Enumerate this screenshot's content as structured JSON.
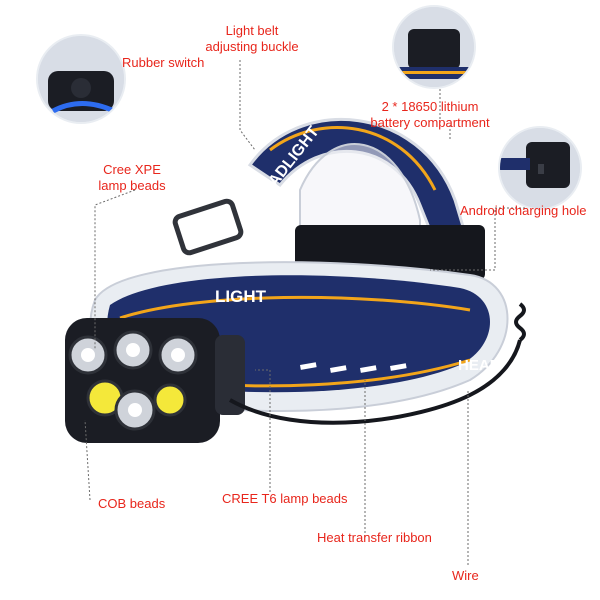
{
  "labels": {
    "rubber_switch": "Rubber switch",
    "light_belt_line1": "Light belt",
    "light_belt_line2": "adjusting buckle",
    "battery_line1": "2 * 18650 lithium",
    "battery_line2": "battery compartment",
    "cree_xpe_line1": "Cree XPE",
    "cree_xpe_line2": "lamp beads",
    "android": "Android charging hole",
    "cob": "COB beads",
    "cree_t6": "CREE T6 lamp beads",
    "heat_ribbon": "Heat transfer ribbon",
    "wire": "Wire"
  },
  "band_text": {
    "top": "HEADLIGHT",
    "side": "LIGHT",
    "right": "HEADLI"
  },
  "colors": {
    "label": "#e8261c",
    "leader": "#6b6b6b",
    "band_navy": "#1f2f6b",
    "band_orange": "#f2a51a",
    "lamp_body": "#1b1d24",
    "cob_yellow": "#f4e83a"
  }
}
